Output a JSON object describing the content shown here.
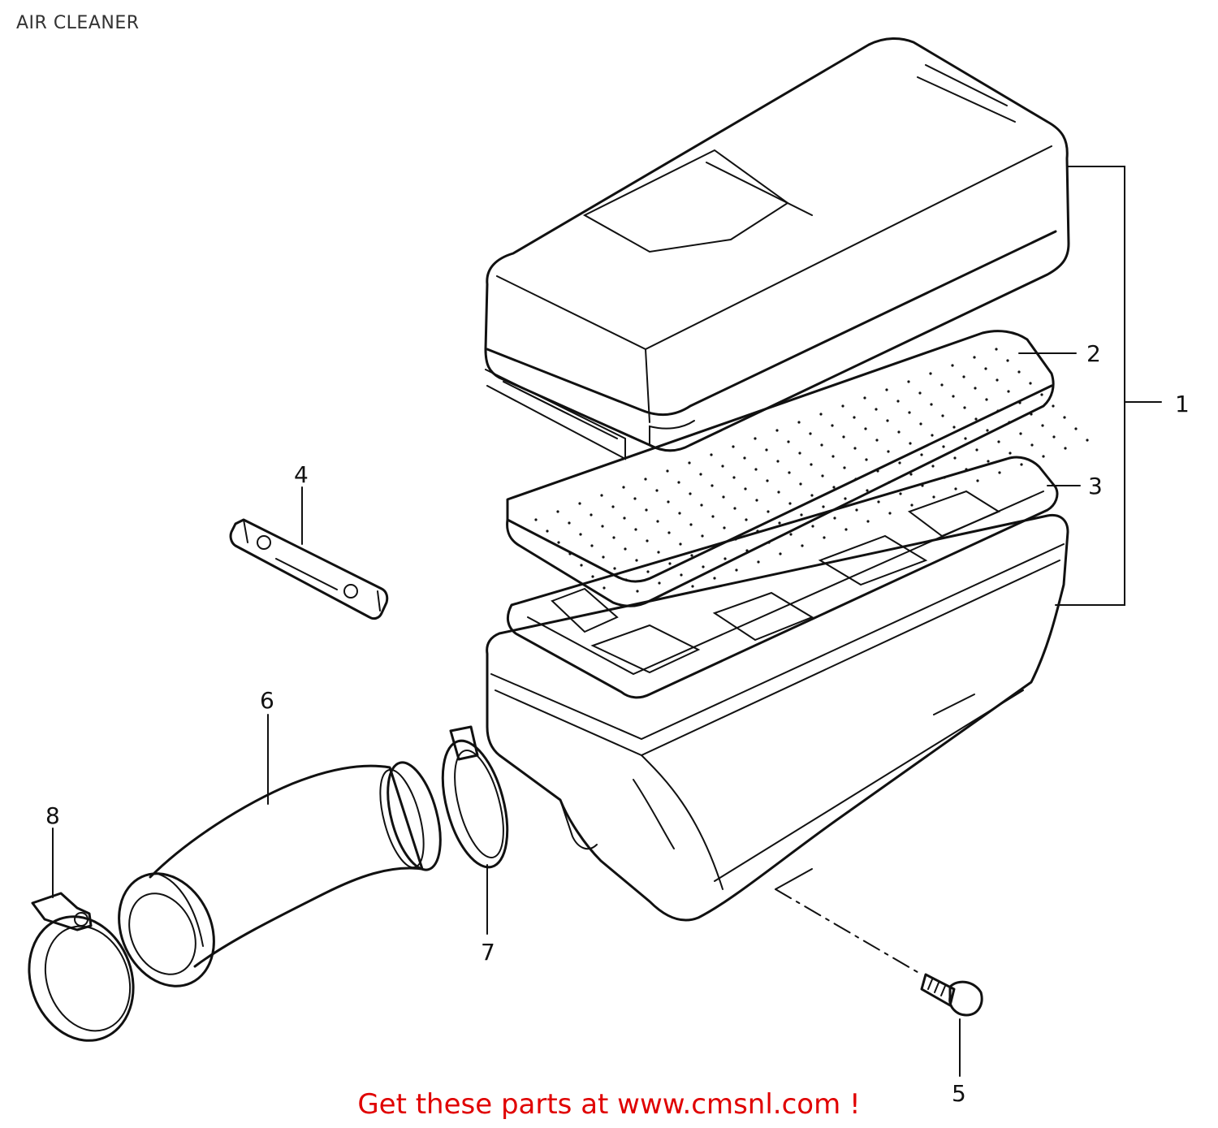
{
  "page": {
    "title": "AIR CLEANER",
    "footer": "Get these parts at www.cmsnl.com !",
    "footer_color": "#e00000",
    "line_color": "#111111",
    "background": "#ffffff"
  },
  "callouts": [
    {
      "id": "1",
      "label": "1"
    },
    {
      "id": "2",
      "label": "2"
    },
    {
      "id": "3",
      "label": "3"
    },
    {
      "id": "4",
      "label": "4"
    },
    {
      "id": "5",
      "label": "5"
    },
    {
      "id": "6",
      "label": "6"
    },
    {
      "id": "7",
      "label": "7"
    },
    {
      "id": "8",
      "label": "8"
    }
  ]
}
